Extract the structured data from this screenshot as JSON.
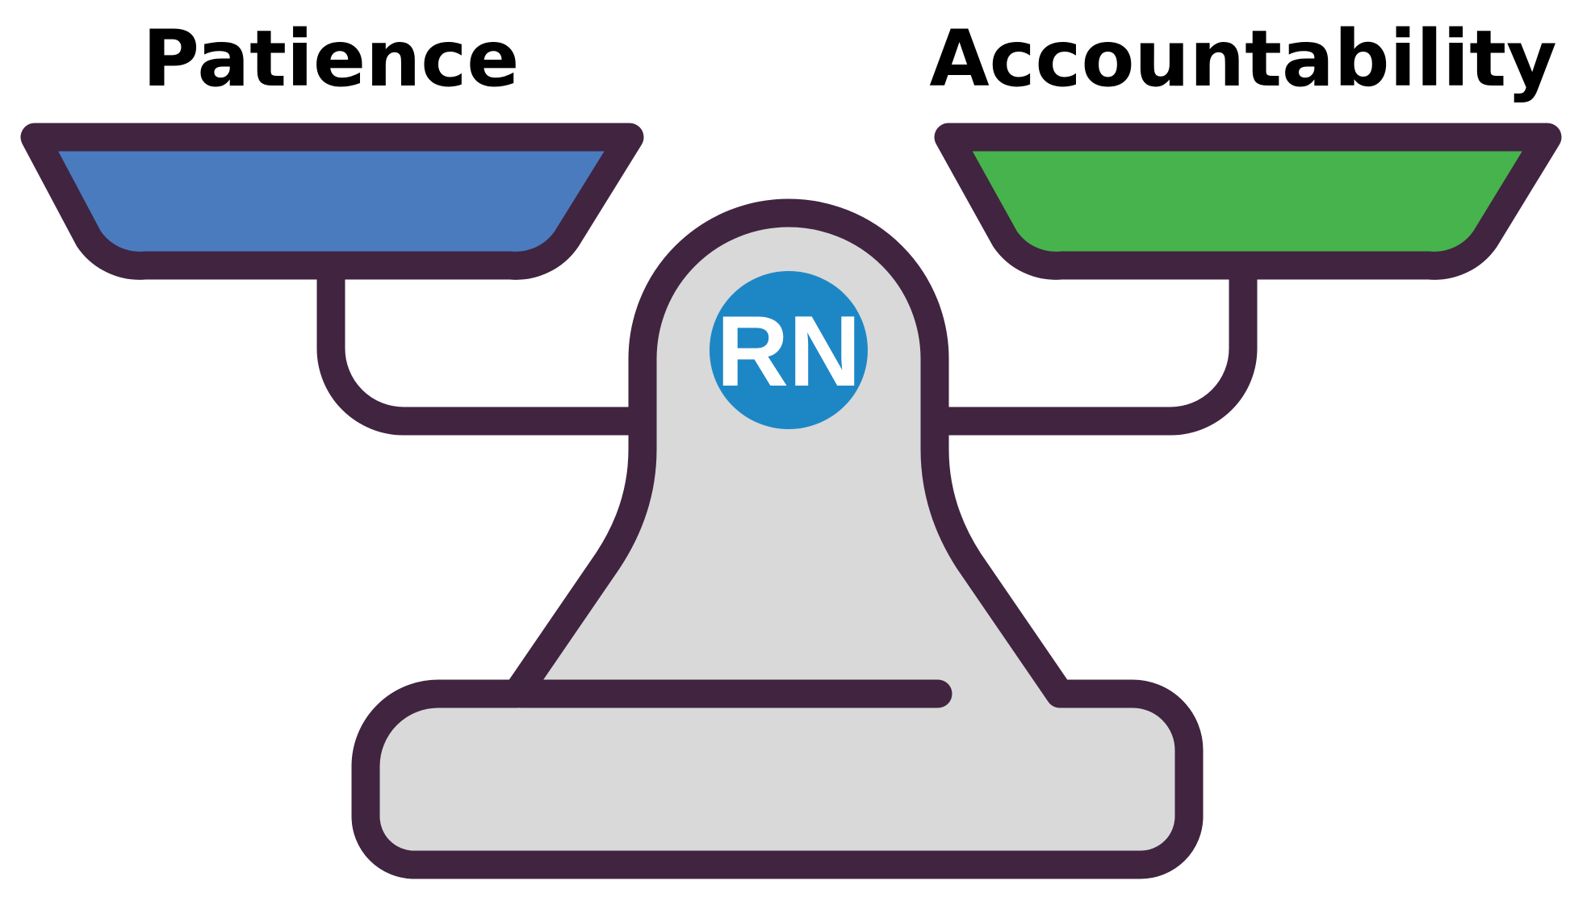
{
  "labels": {
    "left": "Patience",
    "right": "Accountability"
  },
  "badge": {
    "text": "RN"
  },
  "colors": {
    "outline": "#402440",
    "left_pan": "#4A7BBE",
    "right_pan": "#46B34D",
    "body": "#D9D9D9",
    "badge": "#1D87C6",
    "badge_text": "#FFFFFF",
    "label_text": "#000000"
  },
  "icons": {
    "scale": "balance-scale-icon"
  }
}
